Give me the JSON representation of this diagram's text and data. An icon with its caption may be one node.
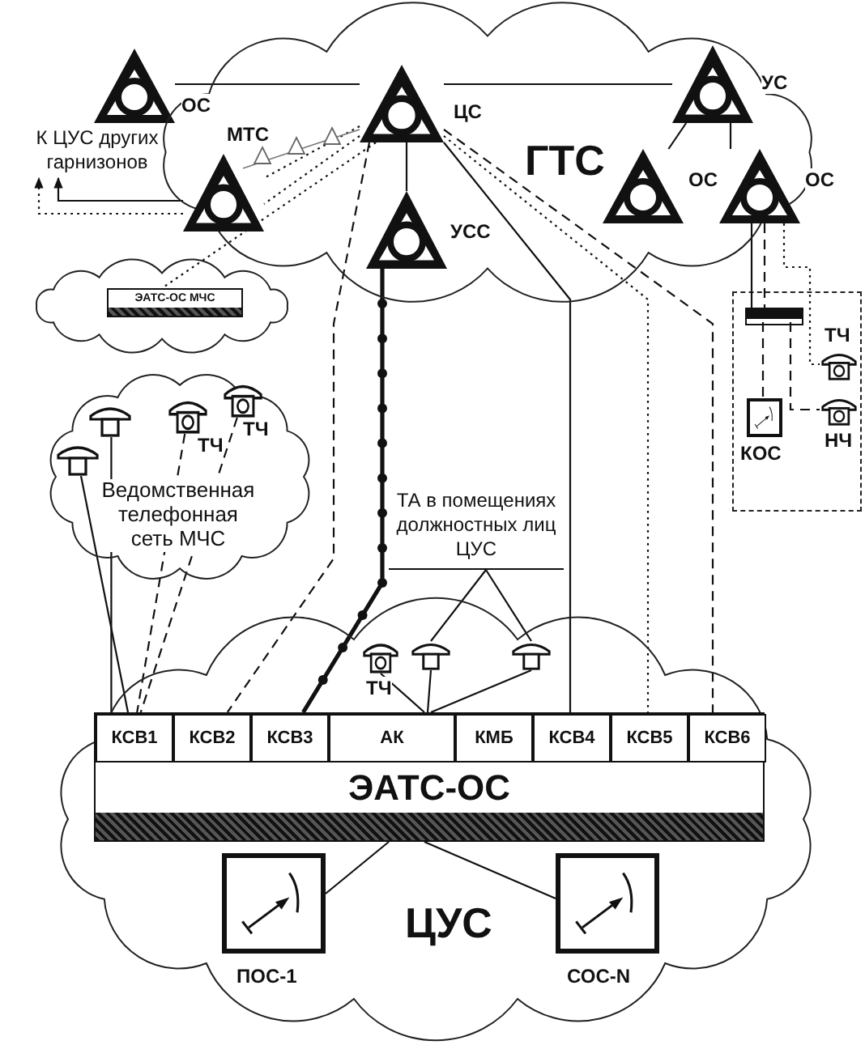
{
  "diagram": {
    "nodes": [
      {
        "text": [
          "ГТС"
        ]
      },
      {
        "text": [],
        "shape": "triangle",
        "beside": [
          "ОС"
        ]
      },
      {
        "text": [],
        "shape": "triangle",
        "beside": [
          "ЦС"
        ],
        "in": 0
      },
      {
        "text": [],
        "shape": "triangle",
        "beside": [
          "УС"
        ],
        "in": 0
      },
      {
        "text": [],
        "shape": "triangle",
        "beside": [
          "МТС"
        ],
        "in": 0
      },
      {
        "text": [],
        "shape": "triangle",
        "beside": [
          "ОС"
        ],
        "in": 0
      },
      {
        "text": [],
        "shape": "triangle",
        "beside": [
          "ОС"
        ],
        "in": 0
      },
      {
        "text": [],
        "shape": "triangle",
        "beside": [
          "УСС"
        ],
        "in": 0
      },
      {
        "text": [],
        "shape": "cloud"
      },
      {
        "text": [
          "ЭАТС-ОС МЧС"
        ],
        "in": 8
      },
      {
        "text": [],
        "shape": "box"
      },
      {
        "text": [],
        "shape": "bar",
        "in": 10
      },
      {
        "text": [],
        "shape": "phone",
        "beside": [
          "ТЧ"
        ],
        "in": 10
      },
      {
        "text": [],
        "shape": "box",
        "beside": [
          "КОС"
        ],
        "in": 10
      },
      {
        "text": [],
        "shape": "phone",
        "beside": [
          "НЧ"
        ],
        "in": 10
      },
      {
        "text": [
          "Ведомственная телефонная сеть МЧС"
        ]
      },
      {
        "text": [],
        "shape": "phone",
        "in": 15
      },
      {
        "text": [],
        "shape": "phone",
        "in": 15
      },
      {
        "text": [],
        "shape": "phone",
        "beside": [
          "ТЧ"
        ],
        "in": 15
      },
      {
        "text": [],
        "shape": "phone",
        "beside": [
          "ТЧ"
        ],
        "in": 15
      },
      {
        "text": [
          "ТА в помещениях должностных лиц ЦУС"
        ]
      },
      {
        "text": [
          "ЦУС"
        ]
      },
      {
        "text": [],
        "shape": "phone",
        "beside": [
          "ТЧ"
        ],
        "in": 21
      },
      {
        "text": [],
        "shape": "phone",
        "in": 21
      },
      {
        "text": [],
        "shape": "phone",
        "in": 21
      },
      {
        "text": [
          "ЭАТС-ОС"
        ],
        "in": 21
      },
      {
        "text": [
          "КСВ1"
        ],
        "in": 25
      },
      {
        "text": [
          "КСВ2"
        ],
        "in": 25
      },
      {
        "text": [
          "КСВ3"
        ],
        "in": 25
      },
      {
        "text": [
          "АК"
        ],
        "in": 25
      },
      {
        "text": [
          "КМБ"
        ],
        "in": 25
      },
      {
        "text": [
          "КСВ4"
        ],
        "in": 25
      },
      {
        "text": [
          "КСВ5"
        ],
        "in": 25
      },
      {
        "text": [
          "КСВ6"
        ],
        "in": 25
      },
      {
        "text": [],
        "shape": "box",
        "beside": [
          "ПОС-1"
        ],
        "in": 21
      },
      {
        "text": [],
        "shape": "box",
        "beside": [
          "СОС-N"
        ],
        "in": 21
      },
      {
        "text": [
          "К ЦУС других гарнизонов"
        ]
      }
    ],
    "edges": [
      {
        "from": 1,
        "to": 2,
        "arrow": "none"
      },
      {
        "from": 2,
        "to": 3,
        "arrow": "none"
      },
      {
        "from": 3,
        "to": 5,
        "arrow": "none"
      },
      {
        "from": 3,
        "to": 6,
        "arrow": "none"
      },
      {
        "from": 2,
        "to": 7,
        "arrow": "none"
      },
      {
        "from": 2,
        "to": 4,
        "arrow": "none",
        "style": "dashed"
      },
      {
        "from": 2,
        "to": 4,
        "arrow": "none",
        "style": "dashed"
      },
      {
        "from": 4,
        "to": 36,
        "arrow": "to"
      },
      {
        "from": 4,
        "to": 36,
        "arrow": "to",
        "style": "dashed"
      },
      {
        "from": 2,
        "to": 9,
        "arrow": "none",
        "style": "dashed"
      },
      {
        "from": 2,
        "to": 27,
        "arrow": "none",
        "style": "dashed"
      },
      {
        "from": 7,
        "to": 28,
        "arrow": "none",
        "style": "thick"
      },
      {
        "from": 2,
        "to": 31,
        "arrow": "none"
      },
      {
        "from": 2,
        "to": 32,
        "arrow": "none",
        "style": "dashed"
      },
      {
        "from": 2,
        "to": 33,
        "arrow": "none",
        "style": "dashed"
      },
      {
        "from": 6,
        "to": 11,
        "arrow": "none"
      },
      {
        "from": 6,
        "to": 11,
        "arrow": "none",
        "style": "dashed"
      },
      {
        "from": 6,
        "to": 12,
        "arrow": "none",
        "style": "dashed"
      },
      {
        "from": 11,
        "to": 13,
        "arrow": "none",
        "style": "dashed"
      },
      {
        "from": 11,
        "to": 14,
        "arrow": "none",
        "style": "dashed"
      },
      {
        "from": 16,
        "to": 26,
        "arrow": "none"
      },
      {
        "from": 17,
        "to": 26,
        "arrow": "none"
      },
      {
        "from": 18,
        "to": 26,
        "arrow": "none",
        "style": "dashed"
      },
      {
        "from": 19,
        "to": 26,
        "arrow": "none",
        "style": "dashed"
      },
      {
        "from": 20,
        "to": 23,
        "arrow": "none"
      },
      {
        "from": 20,
        "to": 24,
        "arrow": "none"
      },
      {
        "from": 22,
        "to": 29,
        "arrow": "none"
      },
      {
        "from": 23,
        "to": 29,
        "arrow": "none"
      },
      {
        "from": 24,
        "to": 29,
        "arrow": "none"
      },
      {
        "from": 25,
        "to": 34,
        "arrow": "none"
      },
      {
        "from": 25,
        "to": 35,
        "arrow": "none"
      }
    ]
  }
}
